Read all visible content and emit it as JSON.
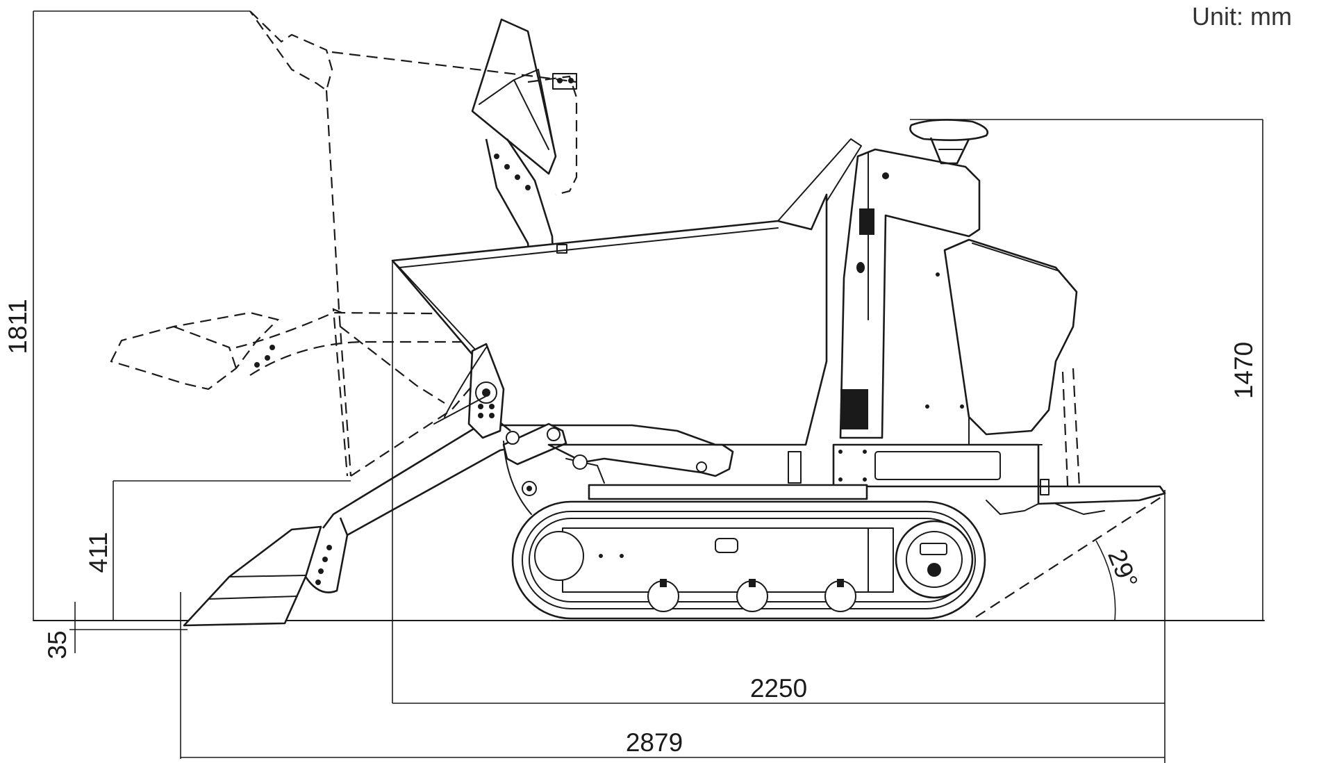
{
  "unit_label": "Unit: mm",
  "dimensions": {
    "overall_height_lifted": "1811",
    "machine_height": "1470",
    "bucket_tip_height": "411",
    "dig_depth": "35",
    "wheelbase_length": "2250",
    "overall_length": "2879",
    "approach_angle": "29°"
  },
  "colors": {
    "line": "#1a1a1a",
    "background": "#ffffff"
  }
}
